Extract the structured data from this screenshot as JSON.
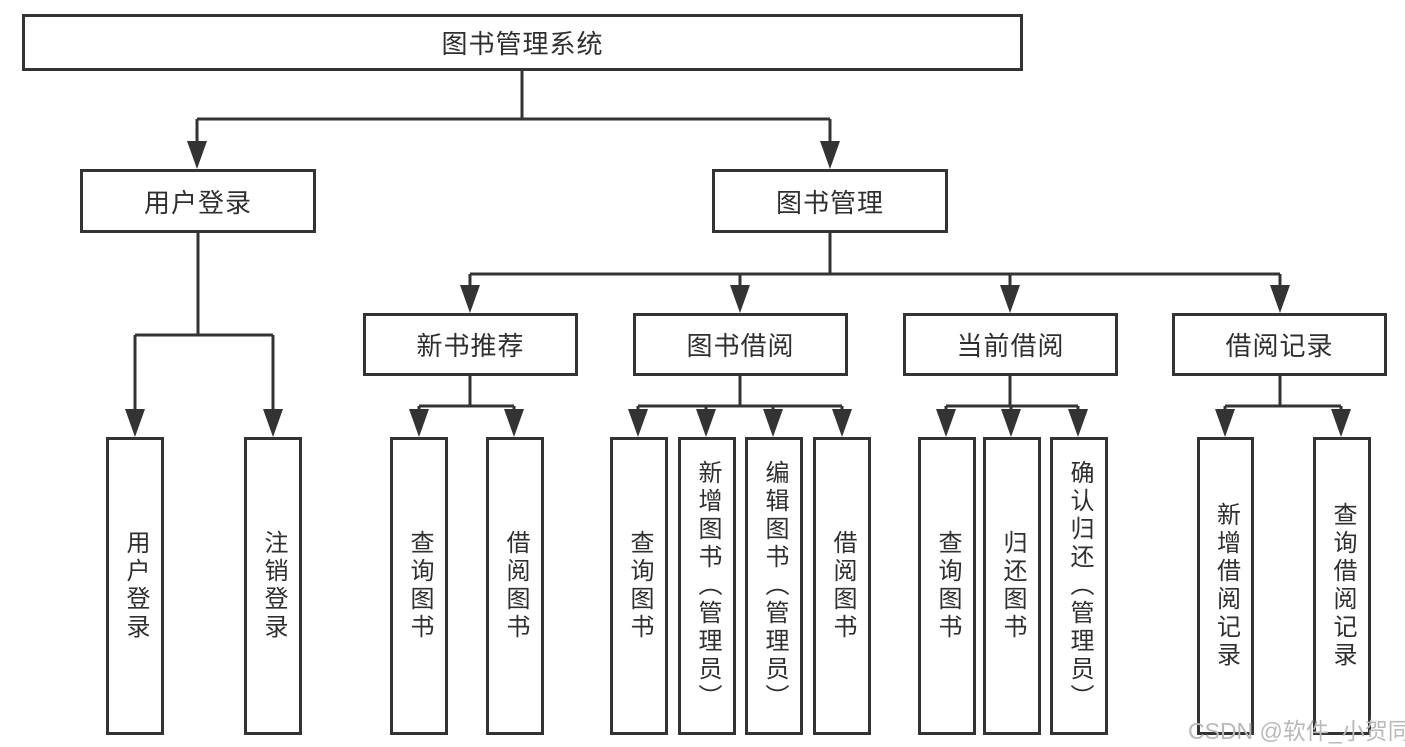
{
  "tree": {
    "label": "图书管理系统",
    "children": [
      {
        "label": "用户登录",
        "children": [
          {
            "label": "用户登录"
          },
          {
            "label": "注销登录"
          }
        ]
      },
      {
        "label": "图书管理",
        "children": [
          {
            "label": "新书推荐",
            "children": [
              {
                "label": "查询图书"
              },
              {
                "label": "借阅图书"
              }
            ]
          },
          {
            "label": "图书借阅",
            "children": [
              {
                "label": "查询图书"
              },
              {
                "label": "新增图书（管理员）"
              },
              {
                "label": "编辑图书（管理员）"
              },
              {
                "label": "借阅图书"
              }
            ]
          },
          {
            "label": "当前借阅",
            "children": [
              {
                "label": "查询图书"
              },
              {
                "label": "归还图书"
              },
              {
                "label": "确认归还（管理员）"
              }
            ]
          },
          {
            "label": "借阅记录",
            "children": [
              {
                "label": "新增借阅记录"
              },
              {
                "label": "查询借阅记录"
              }
            ]
          }
        ]
      }
    ]
  },
  "watermark": {
    "text": "CSDN @软件_小贺同学"
  },
  "colors": {
    "line": "#333333",
    "text": "#2f2f2f",
    "watermark": "#b9b9b9",
    "background": "#ffffff"
  }
}
